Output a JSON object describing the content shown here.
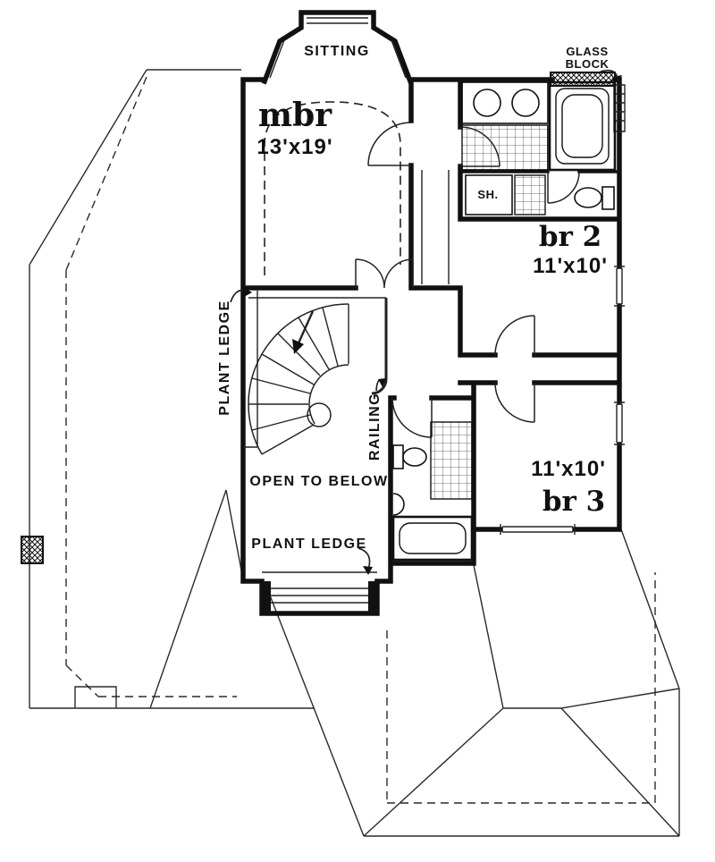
{
  "labels": {
    "sitting": "SITTING",
    "mbr_name": "mbr",
    "mbr_size": "13'x19'",
    "glass_line1": "GLASS",
    "glass_line2": "BLOCK",
    "shower": "SH.",
    "br2_name": "br 2",
    "br2_size": "11'x10'",
    "plant_ledge_left": "PLANT LEDGE",
    "railing": "RAILING",
    "open_to_below": "OPEN TO BELOW",
    "plant_ledge_bottom": "PLANT LEDGE",
    "br3_size": "11'x10'",
    "br3_name": "br 3"
  },
  "colors": {
    "ink": "#111111",
    "paper": "#ffffff"
  }
}
